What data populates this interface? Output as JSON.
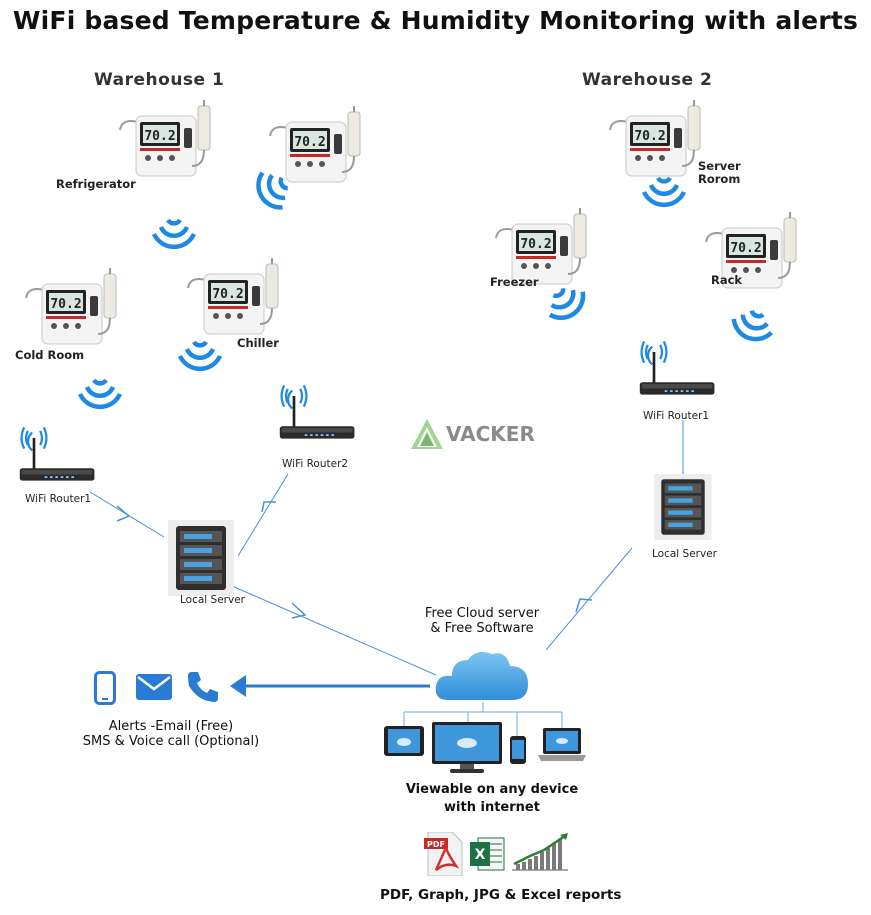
{
  "title": "WiFi based Temperature & Humidity Monitoring with alerts",
  "warehouse1": {
    "heading": "Warehouse 1",
    "sensors": [
      "Refrigerator",
      "Cold Room",
      "Chiller"
    ],
    "router1": "WiFi Router1",
    "router2": "WiFi Router2",
    "server": "Local Server"
  },
  "warehouse2": {
    "heading": "Warehouse 2",
    "sensors": [
      "Server Rorom",
      "Freezer",
      "Rack"
    ],
    "router": "WiFi Router1",
    "server": "Local Server"
  },
  "sensor_display": "70.2",
  "watermark": "VACKER",
  "cloud": {
    "line1": "Free Cloud server",
    "line2": "& Free Software"
  },
  "alerts": {
    "line1": "Alerts -Email (Free)",
    "line2": "SMS & Voice call (Optional)"
  },
  "devices": {
    "line1": "Viewable on any device",
    "line2": "with internet"
  },
  "reports": {
    "text": "PDF, Graph, JPG & Excel reports",
    "pdf_label": "PDF",
    "excel_label": "X"
  },
  "colors": {
    "wifi": "#1e88e5",
    "link": "#4a90d9",
    "arrow": "#2a7bd4",
    "cloud": "#3ea0e6",
    "logo_green": "#5aa84a"
  }
}
